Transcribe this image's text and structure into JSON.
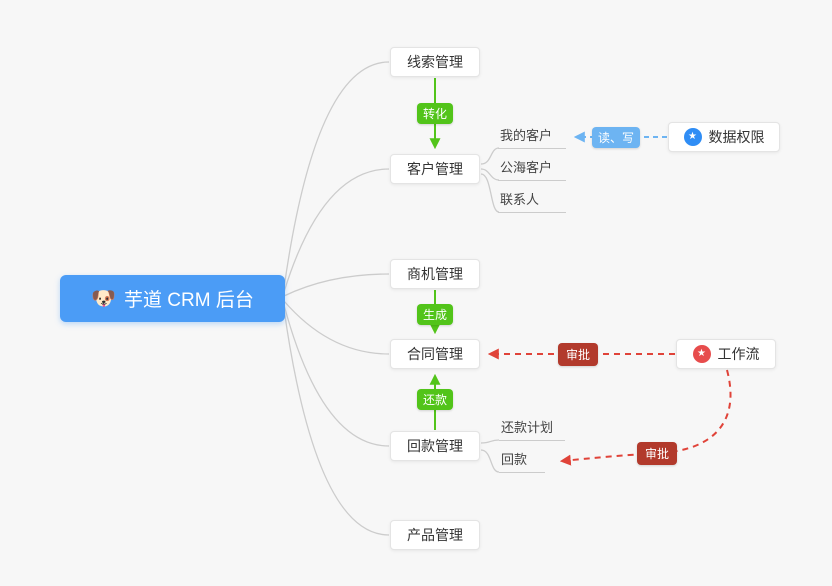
{
  "root": {
    "emoji": "🐶",
    "label": "芋道 CRM 后台"
  },
  "nodes": {
    "lead": {
      "label": "线索管理"
    },
    "customer": {
      "label": "客户管理"
    },
    "opportunity": {
      "label": "商机管理"
    },
    "contract": {
      "label": "合同管理"
    },
    "receivable": {
      "label": "回款管理"
    },
    "product": {
      "label": "产品管理"
    }
  },
  "customer_children": {
    "my_customer": "我的客户",
    "public_pool": "公海客户",
    "contact": "联系人"
  },
  "receivable_children": {
    "repayment_plan": "还款计划",
    "payment": "回款"
  },
  "badges": {
    "convert": "转化",
    "generate": "生成",
    "repay": "还款",
    "read_write": "读、写",
    "approve_contract": "审批",
    "approve_payment": "审批"
  },
  "side_nodes": {
    "data_permission": {
      "label": "数据权限",
      "icon": "star"
    },
    "workflow": {
      "label": "工作流",
      "icon": "star"
    }
  },
  "colors": {
    "root_bg": "#4b9cf6",
    "green": "#52c41a",
    "blue_badge": "#6db4f2",
    "red_badge": "#b23a2c",
    "red_arrow": "#e04339",
    "blue_icon": "#2f8df5",
    "red_icon": "#e74c4c",
    "edge_gray": "#cccccc"
  }
}
